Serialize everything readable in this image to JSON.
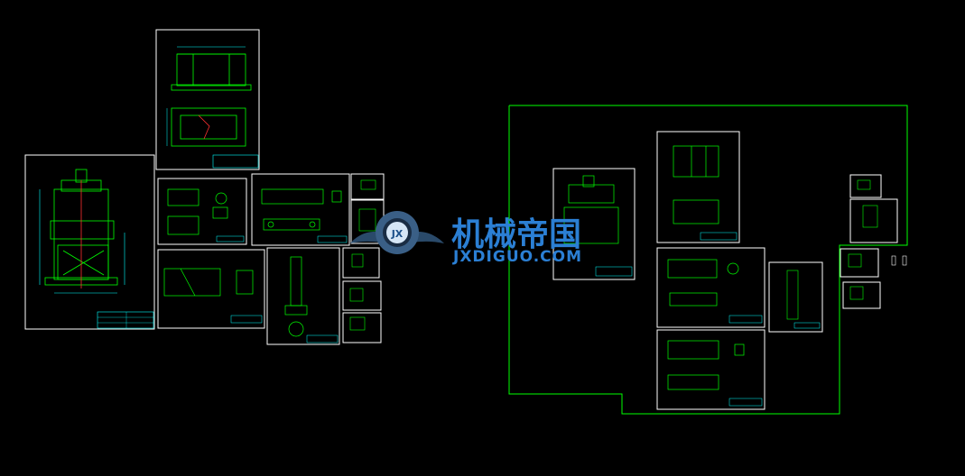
{
  "app": {
    "title": "CAD model space"
  },
  "colors": {
    "background": "#000000",
    "sheet_border": "#ffffff",
    "drawing": "#00ff00",
    "accent": "#00ffff",
    "dim": "#ffff00",
    "watermark_text": "#2b7fd4"
  },
  "watermark": {
    "name_cn": "机械帝国",
    "site": "JXDIGUO.COM",
    "logo_text": "JX"
  }
}
